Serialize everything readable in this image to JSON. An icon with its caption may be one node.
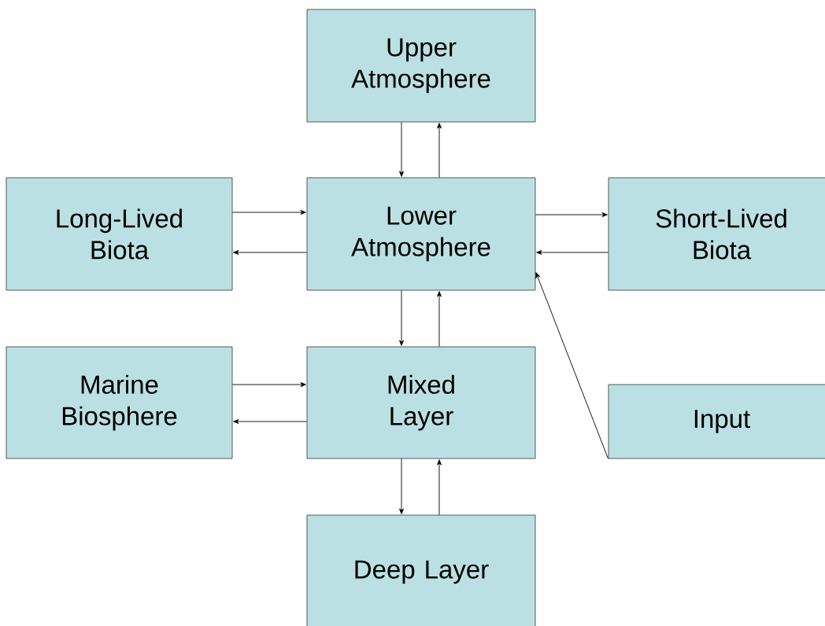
{
  "diagram": {
    "nodes": [
      {
        "text": [
          "Upper Atmosphere"
        ]
      },
      {
        "text": [
          "Long-Lived Biota"
        ]
      },
      {
        "text": [
          "Lower Atmosphere"
        ]
      },
      {
        "text": [
          "Short-Lived Biota"
        ]
      },
      {
        "text": [
          "Marine Biosphere"
        ]
      },
      {
        "text": [
          "Mixed Layer"
        ]
      },
      {
        "text": [
          "Input"
        ]
      },
      {
        "text": [
          "Deep Layer"
        ]
      }
    ],
    "edges": [
      {
        "from": 0,
        "to": 2,
        "arrow": "to"
      },
      {
        "from": 2,
        "to": 0,
        "arrow": "to"
      },
      {
        "from": 1,
        "to": 2,
        "arrow": "to"
      },
      {
        "from": 2,
        "to": 1,
        "arrow": "to"
      },
      {
        "from": 2,
        "to": 3,
        "arrow": "to"
      },
      {
        "from": 3,
        "to": 2,
        "arrow": "to"
      },
      {
        "from": 2,
        "to": 5,
        "arrow": "to"
      },
      {
        "from": 5,
        "to": 2,
        "arrow": "to"
      },
      {
        "from": 4,
        "to": 5,
        "arrow": "to"
      },
      {
        "from": 5,
        "to": 4,
        "arrow": "to"
      },
      {
        "from": 5,
        "to": 7,
        "arrow": "to"
      },
      {
        "from": 7,
        "to": 5,
        "arrow": "to"
      },
      {
        "from": 6,
        "to": 2,
        "arrow": "to"
      }
    ]
  }
}
